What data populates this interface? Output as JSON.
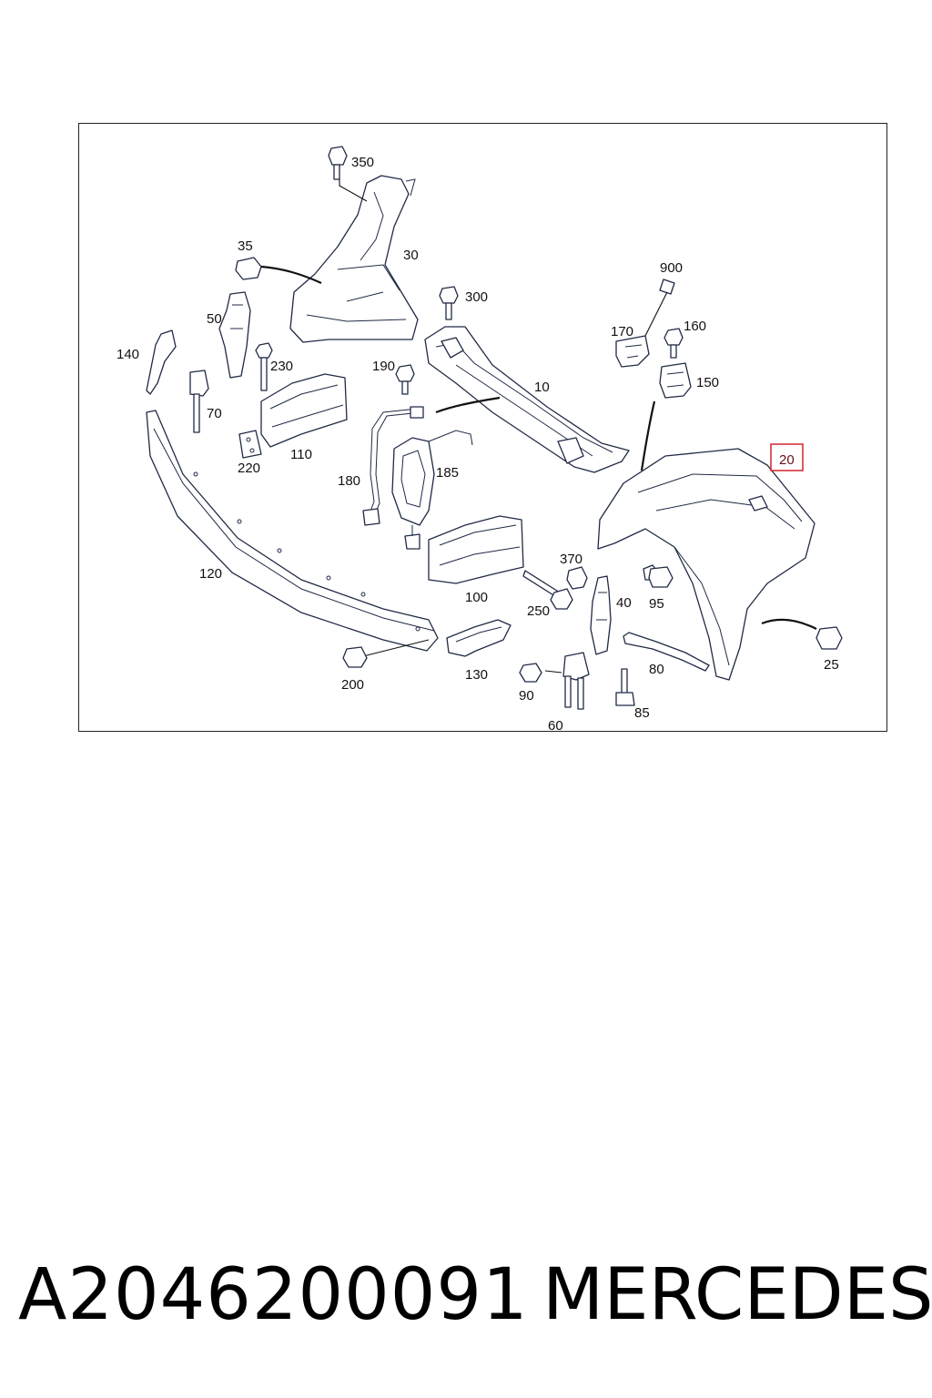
{
  "caption": {
    "part_number": "A2046200091",
    "brand": "MERCEDES"
  },
  "highlight": {
    "number": "20",
    "color": "#d0151c"
  },
  "callouts": {
    "c350": "350",
    "c35": "35",
    "c30": "30",
    "c300": "300",
    "c900": "900",
    "c50": "50",
    "c170": "170",
    "c160": "160",
    "c140": "140",
    "c230": "230",
    "c190": "190",
    "c10": "10",
    "c150": "150",
    "c70": "70",
    "c110": "110",
    "c220": "220",
    "c185": "185",
    "c180": "180",
    "c370": "370",
    "c120": "120",
    "c100": "100",
    "c40": "40",
    "c95": "95",
    "c250": "250",
    "c25": "25",
    "c200": "200",
    "c130": "130",
    "c80": "80",
    "c90": "90",
    "c85": "85",
    "c60": "60"
  }
}
